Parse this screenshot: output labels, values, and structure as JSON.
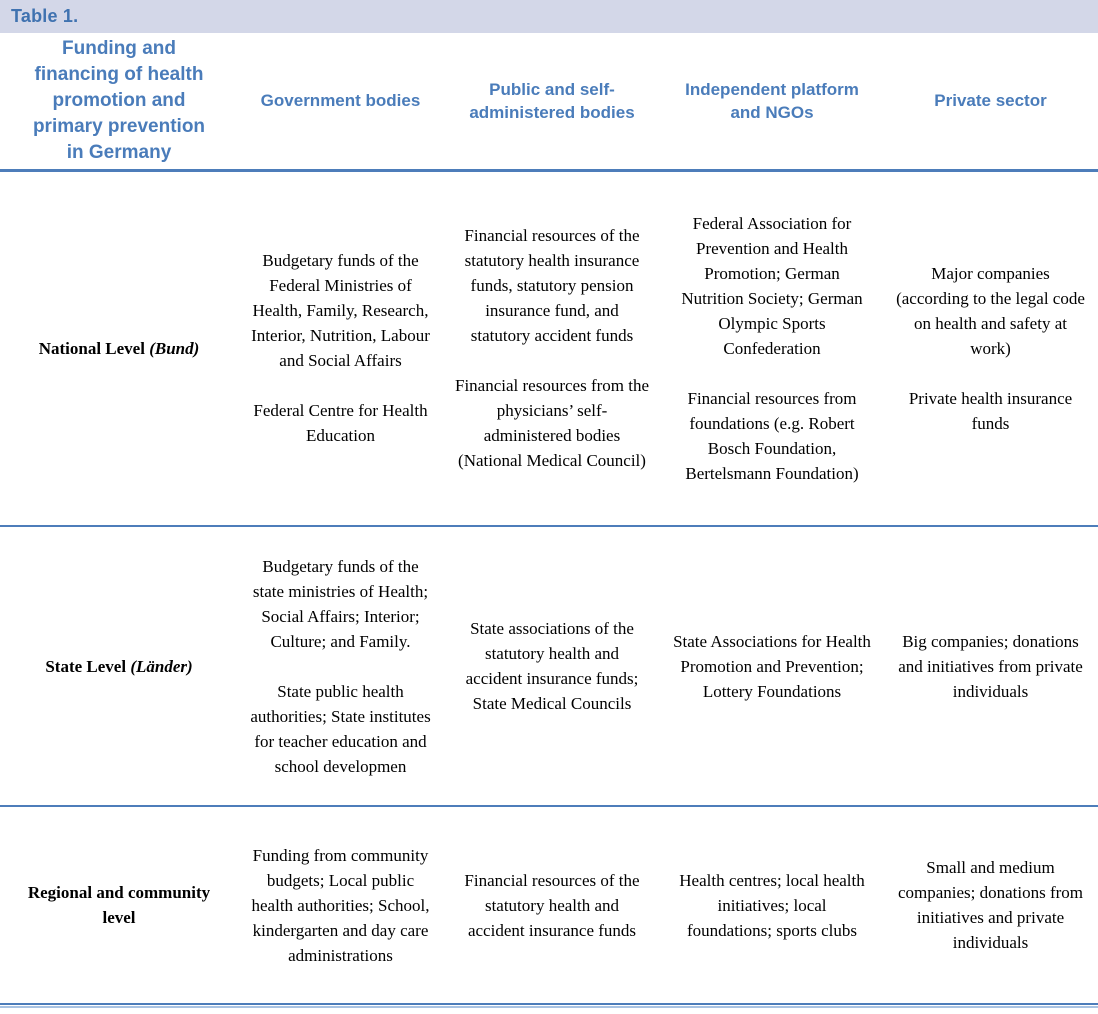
{
  "colors": {
    "caption_bar_bg": "#d3d7e8",
    "heading_blue": "#4a7cba",
    "rule_blue": "#4d7dba",
    "rule_light_blue": "#a9c3e2",
    "body_text": "#000000"
  },
  "caption": "Table 1.",
  "header": {
    "corner": "Funding and financing of health promotion and primary prevention in Germany",
    "columns": [
      "Government bodies",
      "Public and self-administered bodies",
      "Independent platform and NGOs",
      "Private sector"
    ]
  },
  "rows": [
    {
      "label": "National Level",
      "label_italic": "(Bund)",
      "cells": {
        "government": [
          "Budgetary funds of the Federal Ministries of Health, Family, Research, Interior, Nutrition, Labour and Social Affairs",
          "Federal Centre for Health Education"
        ],
        "public_self_administered": [
          "Financial resources of the statutory health insurance funds, statutory pension insurance fund, and statutory accident funds",
          "Financial resources from the physicians’ self-administered bodies (National Medical Council)"
        ],
        "independent_ngos": [
          "Federal Association for Prevention and Health Promotion; German Nutrition Society; German Olympic Sports Confederation",
          "Financial resources from foundations (e.g. Robert Bosch Foundation, Bertelsmann Foundation)"
        ],
        "private_sector": [
          "Major companies (according to the legal code on health and safety at work)",
          "Private health insurance funds"
        ]
      }
    },
    {
      "label": "State Level",
      "label_italic": "(Länder)",
      "cells": {
        "government": [
          "Budgetary funds of the state ministries of Health; Social Affairs; Interior; Culture; and Family.",
          "State public health authorities; State institutes for teacher education and school developmen"
        ],
        "public_self_administered": [
          "State associations of the statutory health and accident insurance funds; State Medical Councils"
        ],
        "independent_ngos": [
          "State Associations for Health Promotion and Prevention; Lottery Foundations"
        ],
        "private_sector": [
          "Big companies; donations and initiatives from private individuals"
        ]
      }
    },
    {
      "label": "Regional and community level",
      "label_italic": "",
      "cells": {
        "government": [
          "Funding from community budgets; Local public health authorities; School, kindergarten and day care administrations"
        ],
        "public_self_administered": [
          "Financial resources of the statutory health and accident insurance funds"
        ],
        "independent_ngos": [
          "Health centres; local health initiatives; local foundations; sports clubs"
        ],
        "private_sector": [
          "Small and medium companies; donations from initiatives and private individuals"
        ]
      }
    }
  ]
}
